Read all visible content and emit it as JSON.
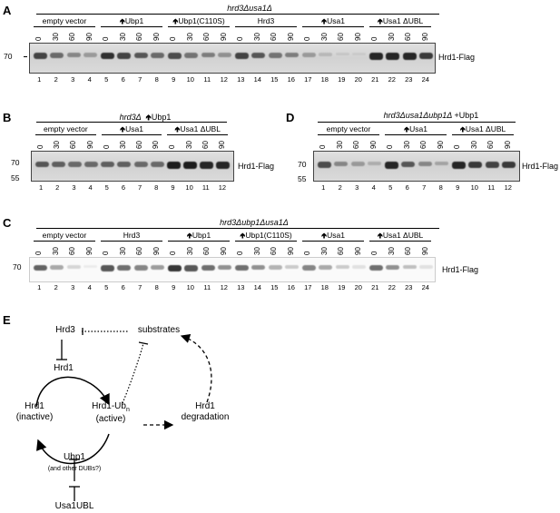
{
  "panels": {
    "A": {
      "letter": "A",
      "title": "hrd3Δusa1Δ",
      "groups": [
        "empty vector",
        "Ubp1",
        "Ubp1(C110S)",
        "Hrd3",
        "Usa1",
        "Usa1 ΔUBL"
      ],
      "group_up": [
        false,
        true,
        true,
        false,
        true,
        true
      ],
      "times": [
        "0",
        "30",
        "60",
        "90"
      ],
      "lanes": [
        "1",
        "2",
        "3",
        "4",
        "5",
        "6",
        "7",
        "8",
        "9",
        "10",
        "11",
        "12",
        "13",
        "14",
        "15",
        "16",
        "17",
        "18",
        "19",
        "20",
        "21",
        "22",
        "23",
        "24"
      ],
      "markers": [
        "70"
      ],
      "band_label": "Hrd1-Flag",
      "intensities": [
        0.75,
        0.55,
        0.4,
        0.3,
        0.85,
        0.75,
        0.65,
        0.55,
        0.7,
        0.5,
        0.45,
        0.35,
        0.75,
        0.65,
        0.5,
        0.45,
        0.3,
        0.15,
        0.08,
        0.05,
        0.9,
        0.9,
        0.9,
        0.8
      ]
    },
    "B": {
      "letter": "B",
      "title_prefix": "hrd3Δ",
      "title_suffix": "Ubp1",
      "groups": [
        "empty vector",
        "Usa1",
        "Usa1 ΔUBL"
      ],
      "group_up": [
        false,
        true,
        true
      ],
      "times": [
        "0",
        "30",
        "60",
        "90"
      ],
      "lanes": [
        "1",
        "2",
        "3",
        "4",
        "5",
        "6",
        "7",
        "8",
        "9",
        "10",
        "11",
        "12"
      ],
      "markers": [
        "70",
        "55"
      ],
      "band_label": "Hrd1-Flag",
      "intensities": [
        0.65,
        0.6,
        0.55,
        0.55,
        0.6,
        0.6,
        0.55,
        0.55,
        0.95,
        0.95,
        0.9,
        0.9
      ]
    },
    "C": {
      "letter": "C",
      "title": "hrd3Δubp1Δusa1Δ",
      "groups": [
        "empty vector",
        "Hrd3",
        "Ubp1",
        "Ubp1(C110S)",
        "Usa1",
        "Usa1 ΔUBL"
      ],
      "group_up": [
        false,
        false,
        true,
        true,
        true,
        true
      ],
      "times": [
        "0",
        "30",
        "60",
        "90"
      ],
      "lanes": [
        "1",
        "2",
        "3",
        "4",
        "5",
        "6",
        "7",
        "8",
        "9",
        "10",
        "11",
        "12",
        "13",
        "14",
        "15",
        "16",
        "17",
        "18",
        "19",
        "20",
        "21",
        "22",
        "23",
        "24"
      ],
      "markers": [
        "70"
      ],
      "band_label": "Hrd1-Flag",
      "intensities": [
        0.65,
        0.35,
        0.15,
        0.05,
        0.7,
        0.6,
        0.5,
        0.4,
        0.85,
        0.7,
        0.6,
        0.45,
        0.6,
        0.45,
        0.3,
        0.2,
        0.5,
        0.35,
        0.2,
        0.1,
        0.6,
        0.45,
        0.25,
        0.1
      ]
    },
    "D": {
      "letter": "D",
      "title": "hrd3Δusa1Δubp1Δ",
      "title_suffix": "+Ubp1",
      "groups": [
        "empty vector",
        "Usa1",
        "Usa1 ΔUBL"
      ],
      "group_up": [
        false,
        true,
        true
      ],
      "times": [
        "0",
        "30",
        "60",
        "90"
      ],
      "lanes": [
        "1",
        "2",
        "3",
        "4",
        "5",
        "6",
        "7",
        "8",
        "9",
        "10",
        "11",
        "12"
      ],
      "markers": [
        "70",
        "55"
      ],
      "band_label": "Hrd1-Flag",
      "intensities": [
        0.7,
        0.4,
        0.3,
        0.2,
        0.9,
        0.65,
        0.4,
        0.25,
        0.9,
        0.8,
        0.75,
        0.8
      ]
    },
    "E": {
      "letter": "E",
      "nodes": {
        "hrd3": "Hrd3",
        "substrates": "substrates",
        "hrd1_top": "Hrd1",
        "hrd1_inactive": "Hrd1",
        "inactive": "(inactive)",
        "hrd1_ub": "Hrd1-Ub",
        "ub_sub": "n",
        "active": "(active)",
        "hrd1_deg": "Hrd1",
        "degradation": "degradation",
        "ubp1": "Ubp1",
        "other_dubs": "(and other DUBs?)",
        "usa1ubl": "Usa1UBL"
      }
    }
  },
  "colors": {
    "band": "#141414",
    "blot_bg": "#d8d8d8"
  }
}
